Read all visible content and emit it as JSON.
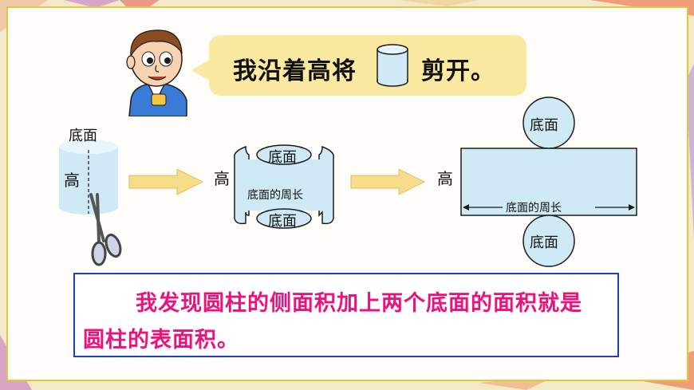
{
  "speech": {
    "before": "我沿着高将",
    "after": "剪开。"
  },
  "stage1": {
    "top_label": "底面",
    "height_label": "高"
  },
  "stage2": {
    "height_label": "高",
    "top_base": "底面",
    "perimeter": "底面的周长",
    "bottom_base": "底面"
  },
  "stage3": {
    "height_label": "高",
    "top_base": "底面",
    "perimeter": "底面的周长",
    "bottom_base": "底面"
  },
  "conclusion": "我发现圆柱的侧面积加上两个底面的面积就是圆柱的表面积。",
  "colors": {
    "surface": "#cfeaf5",
    "outline": "#1c1c1c",
    "arrow": "#f7dd8a",
    "text_highlight": "#e8137d",
    "box_border": "#1a3ec8"
  }
}
